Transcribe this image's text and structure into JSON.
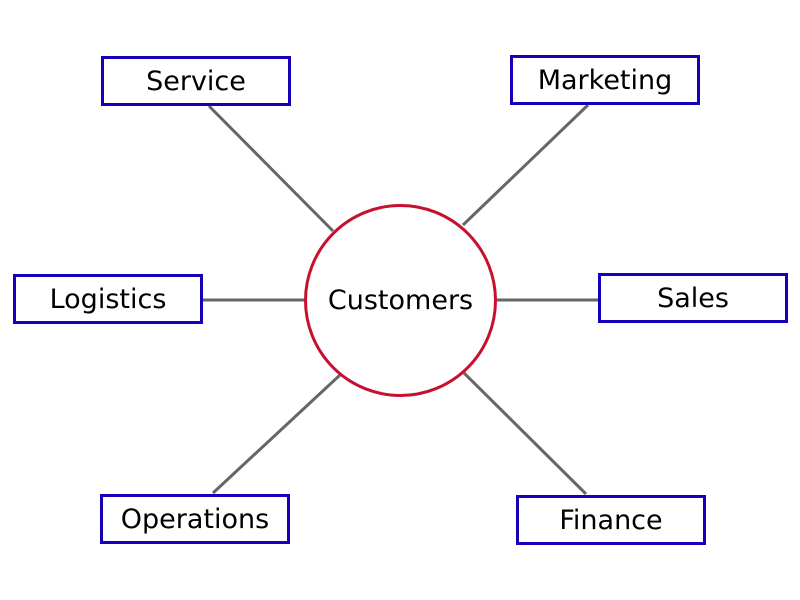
{
  "diagram": {
    "type": "hub-and-spoke",
    "center": {
      "label": "Customers",
      "border_color": "#C8102E"
    },
    "nodes": [
      {
        "id": "service",
        "label": "Service"
      },
      {
        "id": "marketing",
        "label": "Marketing"
      },
      {
        "id": "logistics",
        "label": "Logistics"
      },
      {
        "id": "sales",
        "label": "Sales"
      },
      {
        "id": "operations",
        "label": "Operations"
      },
      {
        "id": "finance",
        "label": "Finance"
      }
    ],
    "edges": [
      {
        "from": "Customers",
        "to": "Service"
      },
      {
        "from": "Customers",
        "to": "Marketing"
      },
      {
        "from": "Customers",
        "to": "Logistics"
      },
      {
        "from": "Customers",
        "to": "Sales"
      },
      {
        "from": "Customers",
        "to": "Operations"
      },
      {
        "from": "Customers",
        "to": "Finance"
      }
    ],
    "colors": {
      "node_border": "#1400B8",
      "edge": "#666666",
      "hub_border": "#C8102E"
    }
  }
}
